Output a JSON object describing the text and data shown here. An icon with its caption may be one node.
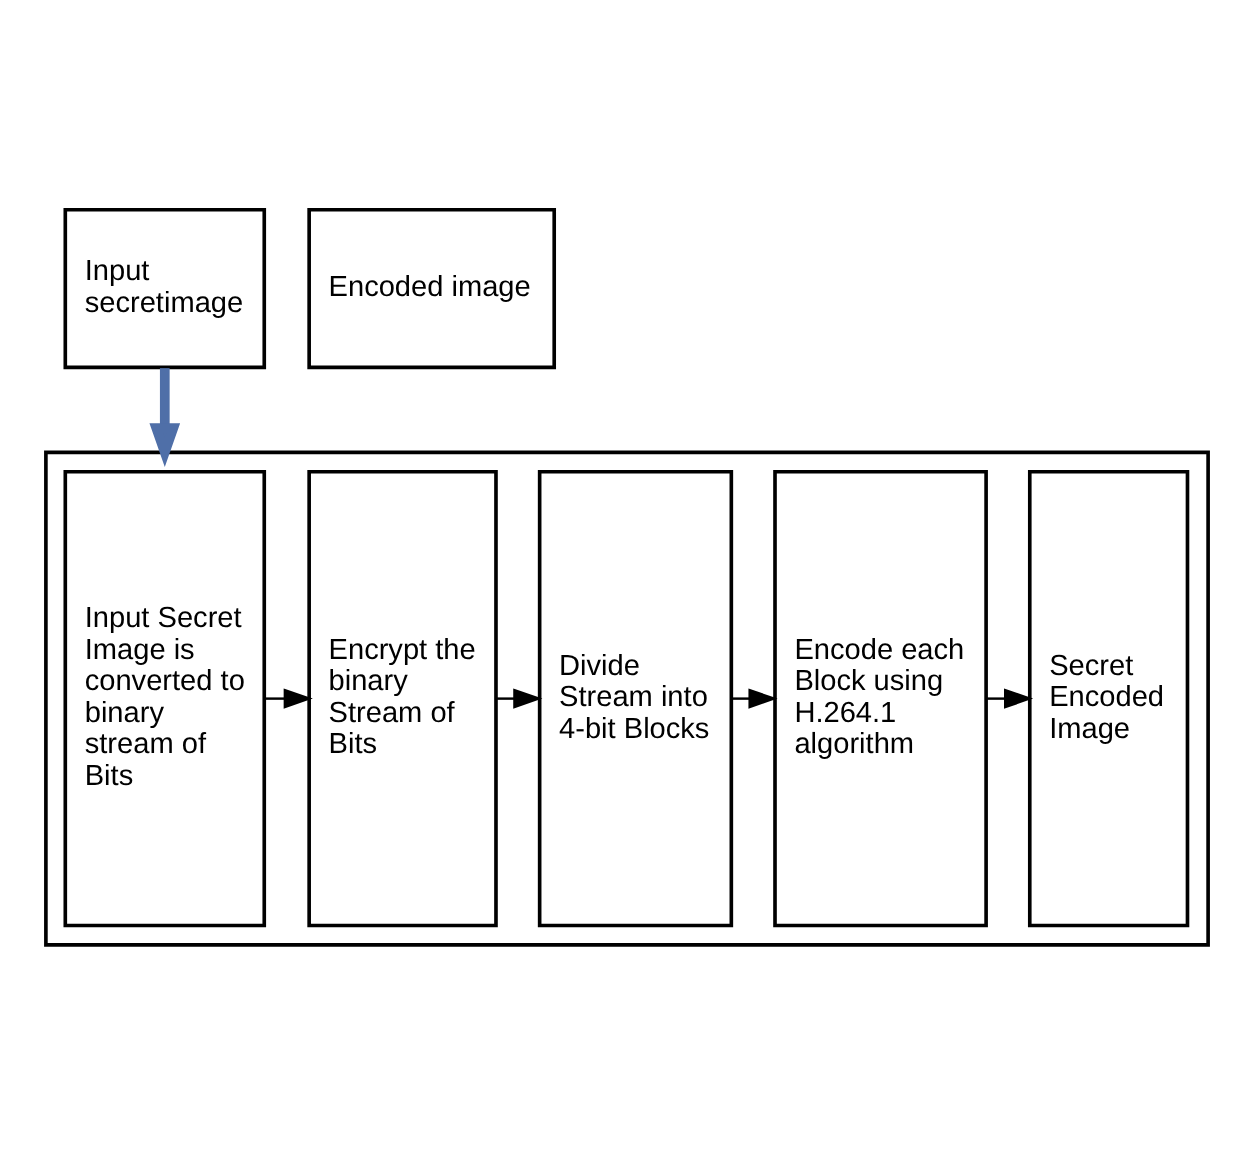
{
  "diagram": {
    "nodes": [
      {
        "text": [
          "Input secretimage"
        ]
      },
      {
        "text": [
          "Encoded image"
        ]
      },
      {
        "text": [],
        "shape": "box"
      },
      {
        "text": [
          "Input Secret Image is converted to binary stream of Bits"
        ],
        "in": 2
      },
      {
        "text": [
          "Encrypt the binary Stream of Bits"
        ],
        "in": 2
      },
      {
        "text": [
          "Divide Stream into 4-bit Blocks"
        ],
        "in": 2
      },
      {
        "text": [
          "Encode each Block using H.264.1 algorithm"
        ],
        "in": 2
      },
      {
        "text": [
          "Secret Encoded Image"
        ],
        "in": 2
      }
    ],
    "edges": [
      {
        "from": 0,
        "to": 2,
        "arrow": "to",
        "style": "thick",
        "color": "#4f6fa8"
      },
      {
        "from": 3,
        "to": 4,
        "arrow": "to"
      },
      {
        "from": 4,
        "to": 5,
        "arrow": "to"
      },
      {
        "from": 5,
        "to": 6,
        "arrow": "to"
      },
      {
        "from": 6,
        "to": 7,
        "arrow": "to"
      }
    ]
  }
}
